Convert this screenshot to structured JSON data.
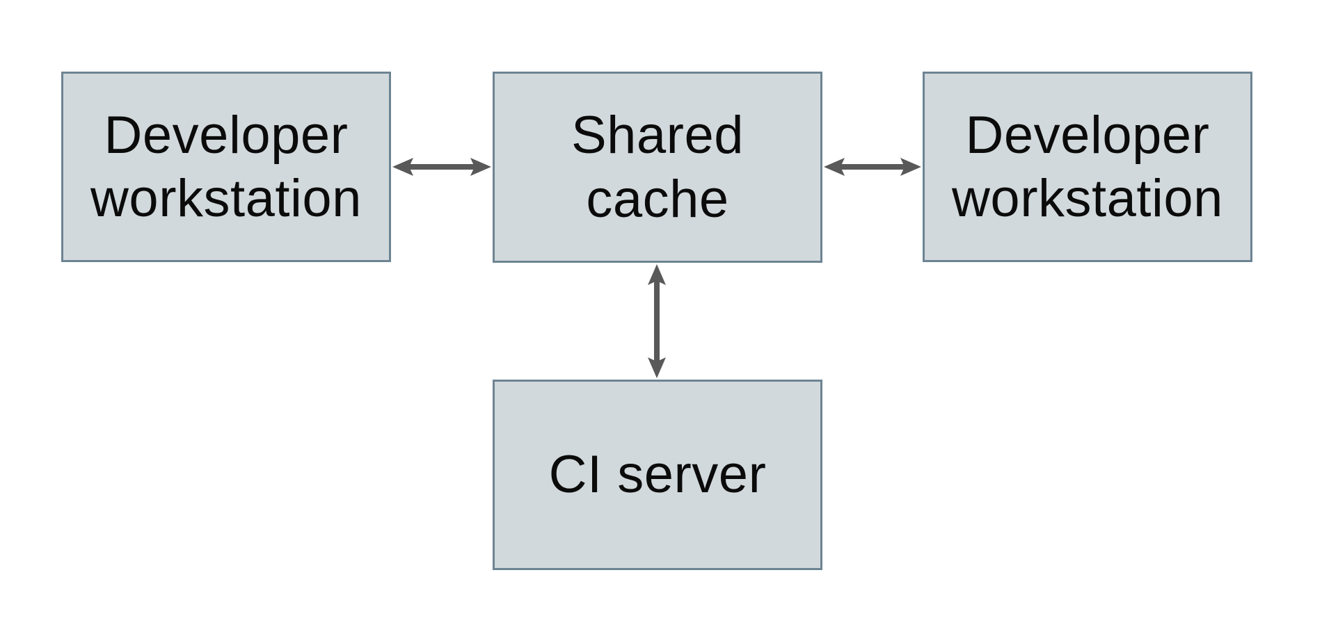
{
  "diagram": {
    "title": "",
    "nodes": [
      {
        "id": "dev-workstation-left",
        "label": "Developer\nworkstation"
      },
      {
        "id": "shared-cache",
        "label": "Shared\ncache"
      },
      {
        "id": "dev-workstation-right",
        "label": "Developer\nworkstation"
      },
      {
        "id": "ci-server",
        "label": "CI server"
      }
    ],
    "edges": [
      {
        "from": "dev-workstation-left",
        "to": "shared-cache",
        "bidirectional": true
      },
      {
        "from": "shared-cache",
        "to": "dev-workstation-right",
        "bidirectional": true
      },
      {
        "from": "shared-cache",
        "to": "ci-server",
        "bidirectional": true
      }
    ],
    "colors": {
      "node_fill": "#d2d9dc",
      "node_border": "#6d8493",
      "arrow": "#595959",
      "text": "#0b0b0b",
      "background": "#ffffff"
    }
  }
}
